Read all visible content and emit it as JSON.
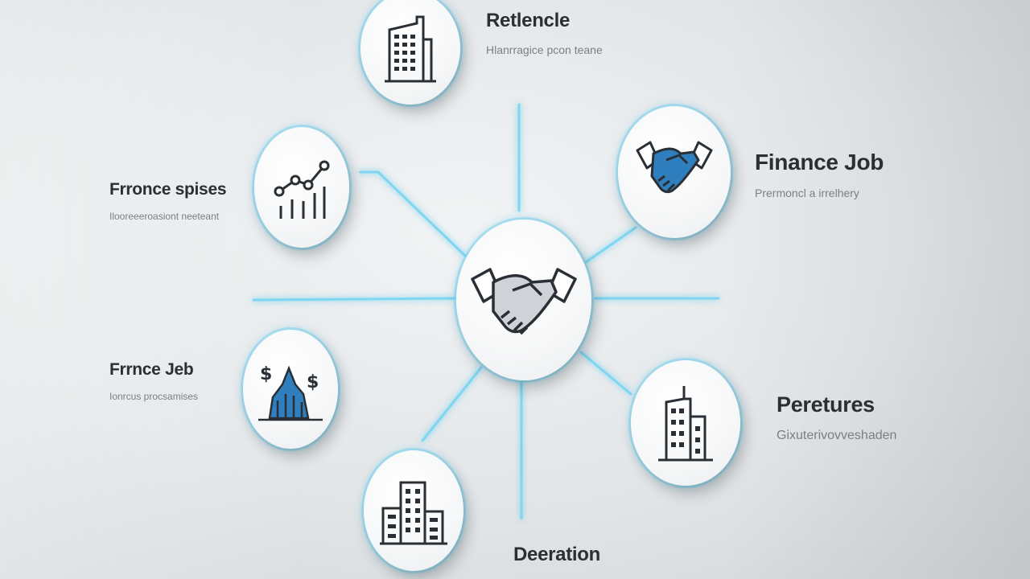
{
  "diagram": {
    "nodes": [
      {
        "id": "top",
        "icon": "office-building-icon",
        "title": "Retlencle",
        "subtitle": "Hlanrragice pcon teane"
      },
      {
        "id": "upper-left",
        "icon": "growth-chart-icon",
        "title": "Frronce spises",
        "subtitle": "Ilooreeeroasiont neeteant"
      },
      {
        "id": "upper-right",
        "icon": "handshake-icon",
        "title": "Finance Job",
        "subtitle": "Prermoncl a irrelhery"
      },
      {
        "id": "center",
        "icon": "handshake-icon",
        "title": "",
        "subtitle": ""
      },
      {
        "id": "lower-left",
        "icon": "finance-city-icon",
        "title": "Frrnce Jeb",
        "subtitle": "Ionrcus procsamises"
      },
      {
        "id": "lower-right",
        "icon": "office-building-icon",
        "title": "Peretures",
        "subtitle": "Gixuterivovveshaden"
      },
      {
        "id": "bottom",
        "icon": "city-buildings-icon",
        "title": "Deeration",
        "subtitle": ""
      }
    ],
    "accent_color": "#7fd6f0",
    "icon_blue": "#2f7fbf"
  }
}
